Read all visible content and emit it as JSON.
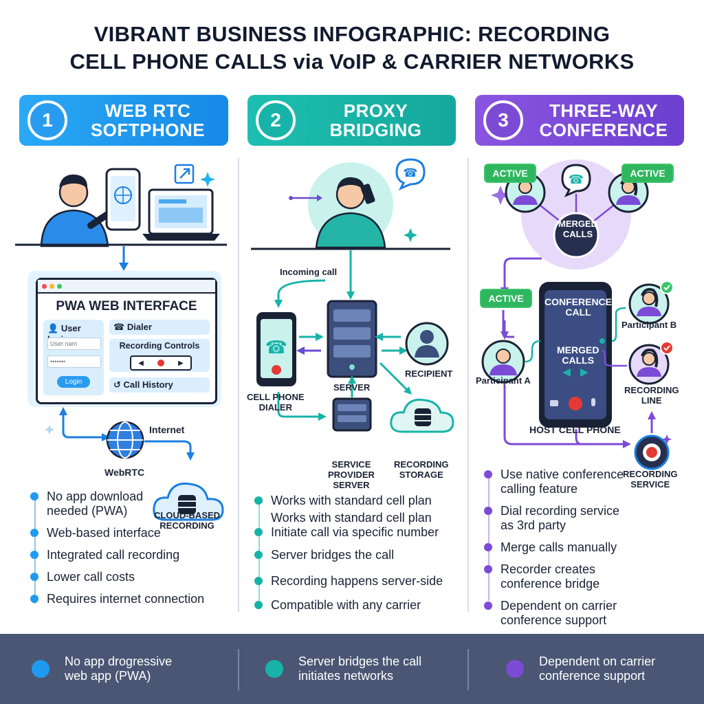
{
  "title": {
    "line1": "VIBRANT BUSINESS INFOGRAPHIC: RECORDING",
    "line2": "CELL PHONE CALLS via VoIP & CARRIER NETWORKS"
  },
  "colors": {
    "blue": "#1e9bf0",
    "teal": "#17b3a8",
    "purple": "#7c4bd6",
    "navy": "#4a5673"
  },
  "col1": {
    "number": "1",
    "heading_line1": "WEB RTC",
    "heading_line2": "SOFTPHONE",
    "pwa_title": "PWA WEB INTERFACE",
    "user_login": "User login",
    "username_placeholder": "User nam",
    "password_placeholder": "•••••••",
    "login_button": "Login",
    "dialer": "Dialer",
    "recording_controls": "Recording Controls",
    "call_history": "Call History",
    "internet": "Internet",
    "webrtc": "WebRTC",
    "cloud_line1": "CLOUD-BASED",
    "cloud_line2": "RECORDING",
    "bullets": [
      "No app download needed (PWA)",
      "Web-based interface",
      "Integrated call recording",
      "Lower call costs",
      "Requires internet connection"
    ]
  },
  "col2": {
    "number": "2",
    "heading_line1": "PROXY",
    "heading_line2": "BRIDGING",
    "incoming_call": "Incoming call",
    "cell_line1": "CELL PHONE",
    "cell_line2": "DIALER",
    "server": "SERVER",
    "recipient": "RECIPIENT",
    "sp_line1": "SERVICE",
    "sp_line2": "PROVIDER",
    "sp_line3": "SERVER",
    "rs_line1": "RECORDING",
    "rs_line2": "STORAGE",
    "bullets": [
      "Works with standard cell plan",
      "Works with standard cell plan",
      "Initiate call via specific number",
      "Server bridges the call",
      "Recording happens server-side",
      "Compatible with any carrier"
    ]
  },
  "col3": {
    "number": "3",
    "heading_line1": "THREE-WAY",
    "heading_line2": "CONFERENCE",
    "active": "ACTIVE",
    "merged_line1": "MERGED",
    "merged_line2": "CALLS",
    "conf_line1": "CONFERENCE",
    "conf_line2": "CALL",
    "participant_a": "Participant A",
    "participant_b": "Participant B",
    "recline_line1": "RECORDING",
    "recline_line2": "LINE",
    "host": "HOST CELL PHONE",
    "recsvc_line1": "RECORDING",
    "recsvc_line2": "SERVICE",
    "bullets": [
      "Use native conference calling feature",
      "Dial recording service as 3rd party",
      "Merge calls manually",
      "Recorder creates conference bridge",
      "Dependent on carrier conference support"
    ]
  },
  "footer": [
    "No app drogressive web app (PWA)",
    "Server bridges the call initiates networks",
    "Dependent on carrier conference support"
  ]
}
